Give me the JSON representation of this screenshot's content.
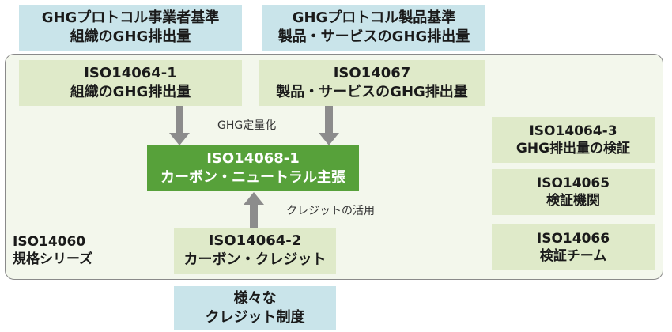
{
  "top_boxes": {
    "ghg_corporate": [
      "GHGプロトコル事業者基準",
      "組織のGHG排出量"
    ],
    "ghg_product": [
      "GHGプロトコル製品基準",
      "製品・サービスのGHG排出量"
    ]
  },
  "frame": {
    "series_label": [
      "ISO14060",
      "規格シリーズ"
    ]
  },
  "nodes": {
    "iso14064_1": [
      "ISO14064-1",
      "組織のGHG排出量"
    ],
    "iso14067": [
      "ISO14067",
      "製品・サービスのGHG排出量"
    ],
    "iso14068_1": [
      "ISO14068-1",
      "カーボン・ニュートラル主張"
    ],
    "iso14064_2": [
      "ISO14064-2",
      "カーボン・クレジット"
    ],
    "iso14064_3": [
      "ISO14064-3",
      "GHG排出量の検証"
    ],
    "iso14065": [
      "ISO14065",
      "検証機関"
    ],
    "iso14066": [
      "ISO14066",
      "検証チーム"
    ]
  },
  "edge_labels": {
    "quantification": "GHG定量化",
    "credit_use": "クレジットの活用"
  },
  "bottom_box": [
    "様々な",
    "クレジット制度"
  ],
  "colors": {
    "light_blue": "#c9e4ea",
    "light_green": "#dfeac9",
    "dark_green": "#57a13a",
    "arrow_gray": "#8c8c8c"
  }
}
